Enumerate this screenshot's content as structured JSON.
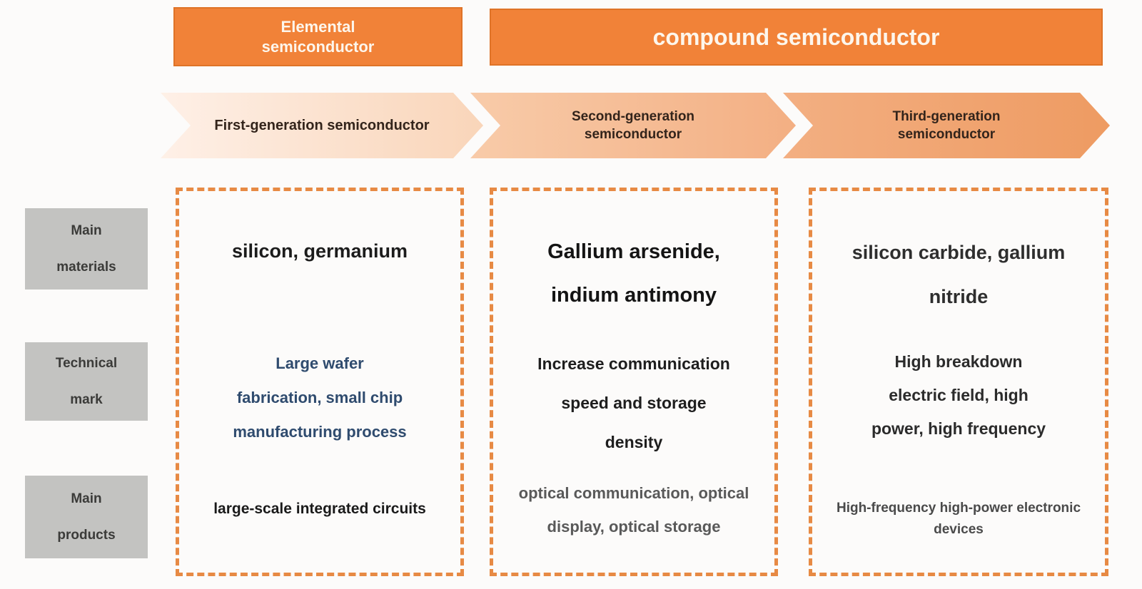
{
  "headers": {
    "elemental": {
      "line1": "Elemental",
      "line2": "semiconductor"
    },
    "compound": {
      "label": "compound semiconductor"
    }
  },
  "generations": [
    {
      "lines": [
        "First-generation semiconductor"
      ]
    },
    {
      "lines": [
        "Second-generation",
        "semiconductor"
      ]
    },
    {
      "lines": [
        "Third-generation",
        "semiconductor"
      ]
    }
  ],
  "row_labels": [
    {
      "line1": "Main",
      "line2": "materials"
    },
    {
      "line1": "Technical",
      "line2": "mark"
    },
    {
      "line1": "Main",
      "line2": "products"
    }
  ],
  "columns": [
    {
      "materials": {
        "lines": [
          "silicon, germanium"
        ]
      },
      "technical": {
        "lines": [
          "Large wafer",
          "fabrication, small chip",
          "manufacturing process"
        ]
      },
      "products": {
        "lines": [
          "large-scale integrated circuits"
        ]
      }
    },
    {
      "materials": {
        "lines": [
          "Gallium arsenide,",
          "indium antimony"
        ]
      },
      "technical": {
        "lines": [
          "Increase communication",
          "speed and storage",
          "density"
        ]
      },
      "products": {
        "lines": [
          "optical communication, optical",
          "display, optical storage"
        ]
      }
    },
    {
      "materials": {
        "lines": [
          "silicon carbide, gallium",
          "nitride"
        ]
      },
      "technical": {
        "lines": [
          "High breakdown",
          "electric field, high",
          "power, high frequency"
        ]
      },
      "products": {
        "lines": [
          "High-frequency high-power electronic devices"
        ]
      }
    }
  ],
  "colors": {
    "header_orange": "#F18238",
    "header_border": "#DF7327",
    "arrow1_gradient": [
      "#FEF0E7",
      "#F9D5B9"
    ],
    "arrow2_gradient": [
      "#F8CBA9",
      "#F3AF83"
    ],
    "arrow3_gradient": [
      "#F3AF82",
      "#EE9B62"
    ],
    "dashed_border": "#E78A44",
    "row_label_gray": "#C3C3C1",
    "technical_navy_text": "#2F4B6E"
  }
}
